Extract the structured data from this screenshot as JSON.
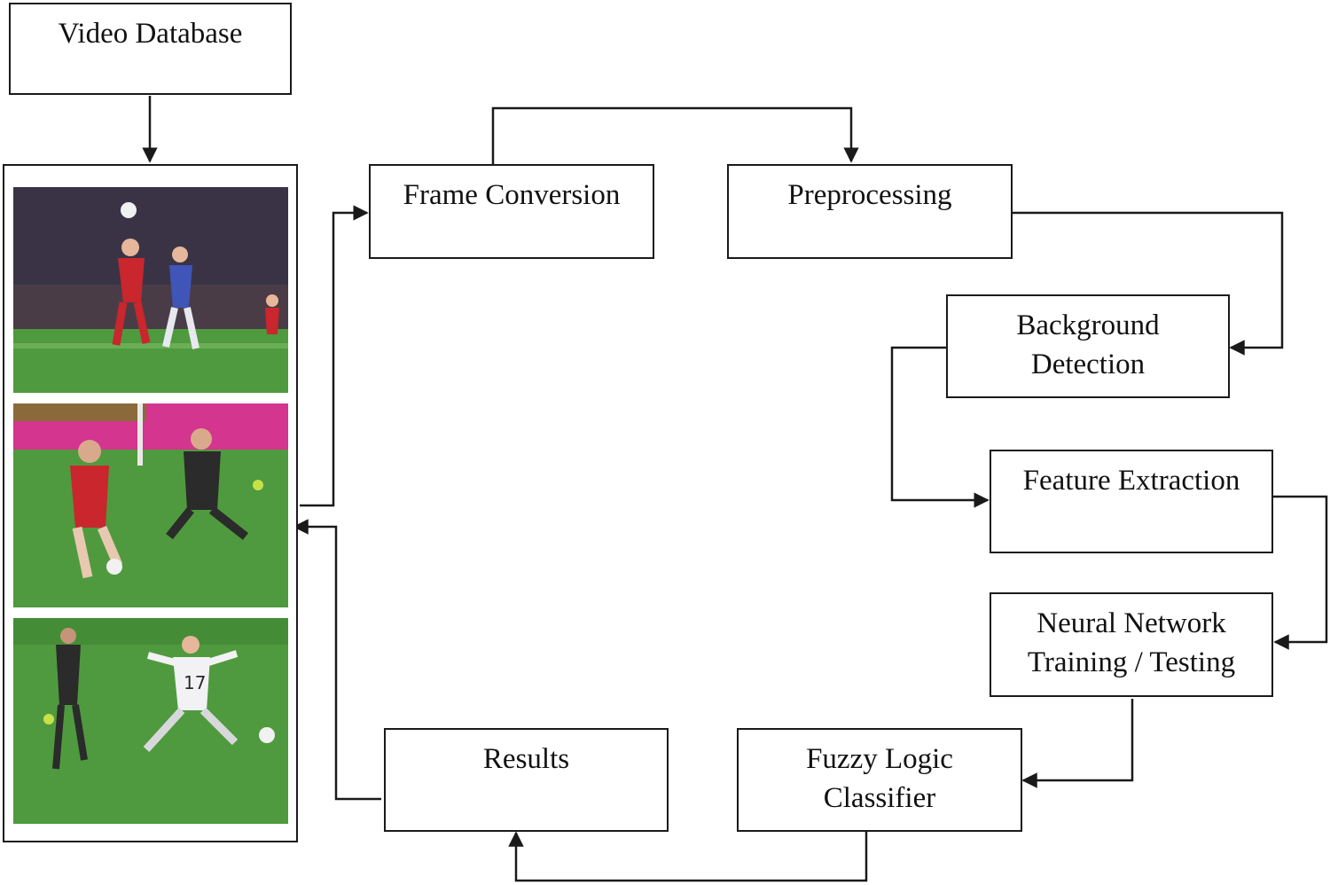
{
  "diagram": {
    "nodes": {
      "video_database": "Video Database",
      "frame_conversion": "Frame Conversion",
      "preprocessing": "Preprocessing",
      "background_detection": [
        "Background",
        "Detection"
      ],
      "feature_extraction": "Feature Extraction",
      "neural_network": [
        "Neural Network",
        "Training / Testing"
      ],
      "fuzzy_logic": [
        "Fuzzy Logic",
        "Classifier"
      ],
      "results": "Results"
    },
    "frames": [
      {
        "jersey_number": ""
      },
      {
        "jersey_number": ""
      },
      {
        "jersey_number": "17"
      }
    ],
    "colors": {
      "line": "#1a1a1a",
      "pitch_green": "#4f9a3e",
      "stadium_dark": "#3a3346",
      "jersey_red": "#c9262d",
      "jersey_blue": "#3f55b8",
      "keeper_dark": "#2a2b2a",
      "ad_board_magenta": "#d4358e"
    }
  }
}
